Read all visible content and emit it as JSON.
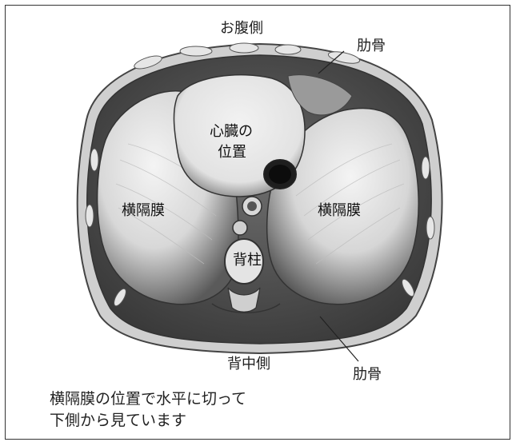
{
  "labels": {
    "front": "お腹側",
    "back": "背中側",
    "rib_top": "肋骨",
    "rib_bottom": "肋骨",
    "heart_line1": "心臓の",
    "heart_line2": "位置",
    "diaphragm_left": "横隔膜",
    "diaphragm_right": "横隔膜",
    "spine": "背柱"
  },
  "caption": {
    "line1": "横隔膜の位置で水平に切って",
    "line2": "下側から見ています"
  }
}
